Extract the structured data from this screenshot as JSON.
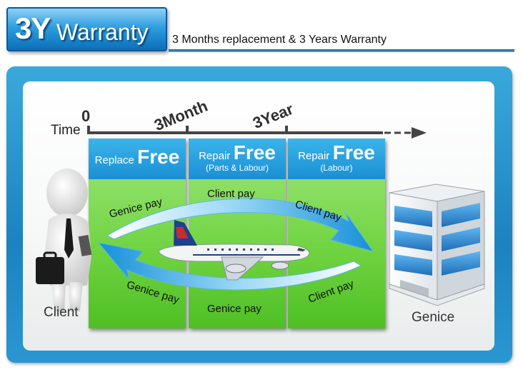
{
  "header": {
    "badge_number": "3Y",
    "badge_word": "Warranty",
    "title": "3 Months replacement & 3 Years Warranty"
  },
  "timeline": {
    "axis_label": "Time",
    "ticks": [
      "0",
      "3Month",
      "3Year"
    ]
  },
  "columns": [
    {
      "kind": "Replace",
      "free": "Free",
      "sub": ""
    },
    {
      "kind": "Repair",
      "free": "Free",
      "sub": "(Parts & Labour)"
    },
    {
      "kind": "Repair",
      "free": "Free",
      "sub": "(Labour)"
    }
  ],
  "payments": {
    "top": [
      "Genice pay",
      "Client pay",
      "Client pay"
    ],
    "bottom": [
      "Genice pay",
      "Genice pay",
      "Client pay"
    ]
  },
  "parties": {
    "left": "Client",
    "right": "Genice"
  },
  "colors": {
    "accent_blue": "#1b8fd3",
    "column_green": "#6fd340",
    "frame_blue": "#1c82c0"
  },
  "icons": [
    "businessman-figure",
    "airplane",
    "office-building",
    "cycle-arrows"
  ]
}
